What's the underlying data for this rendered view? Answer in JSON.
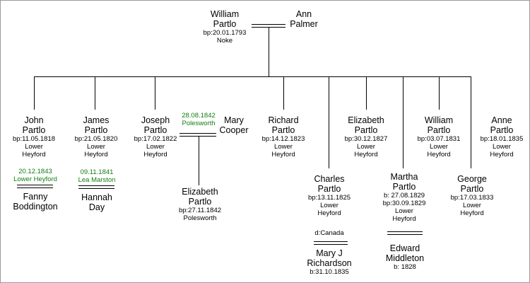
{
  "william_sr": {
    "first": "William",
    "last": "Partlo",
    "bp": "bp:20.01.1793",
    "place": "Noke"
  },
  "ann": {
    "first": "Ann",
    "last": "Palmer"
  },
  "john": {
    "first": "John",
    "last": "Partlo",
    "bp": "bp:11.05.1818",
    "place1": "Lower",
    "place2": "Heyford"
  },
  "john_marriage": {
    "date": "20.12.1843",
    "place": "Lower Heyford"
  },
  "fanny": {
    "first": "Fanny",
    "last": "Boddington"
  },
  "james": {
    "first": "James",
    "last": "Partlo",
    "bp": "bp:21.05.1820",
    "place1": "Lower",
    "place2": "Heyford"
  },
  "james_marriage": {
    "date": "09.11.1841",
    "place": "Lea Marston"
  },
  "hannah": {
    "first": "Hannah",
    "last": "Day"
  },
  "joseph": {
    "first": "Joseph",
    "last": "Partlo",
    "bp": "bp:17.02.1822",
    "place1": "Lower",
    "place2": "Heyford"
  },
  "joseph_marriage": {
    "date": "28.08.1842",
    "place": "Polesworth"
  },
  "mary_cooper": {
    "first": "Mary",
    "last": "Cooper"
  },
  "elizabeth_jr": {
    "first": "Elizabeth",
    "last": "Partlo",
    "bp": "bp:27.11.1842",
    "place": "Polesworth"
  },
  "richard": {
    "first": "Richard",
    "last": "Partlo",
    "bp": "bp:14.12.1823",
    "place1": "Lower",
    "place2": "Heyford"
  },
  "charles": {
    "first": "Charles",
    "last": "Partlo",
    "bp": "bp:13.11.1825",
    "place1": "Lower",
    "place2": "Heyford",
    "death": "d:Canada"
  },
  "mary_j": {
    "first": "Mary J",
    "last": "Richardson",
    "born": "b:31.10.1835"
  },
  "elizabeth": {
    "first": "Elizabeth",
    "last": "Partlo",
    "bp": "bp:30.12.1827",
    "place1": "Lower",
    "place2": "Heyford"
  },
  "martha": {
    "first": "Martha",
    "last": "Partlo",
    "born": "b: 27.08.1829",
    "bp": "bp:30.09.1829",
    "place1": "Lower",
    "place2": "Heyford"
  },
  "edward": {
    "first": "Edward",
    "last": "Middleton",
    "born": "b: 1828"
  },
  "william_jr": {
    "first": "William",
    "last": "Partlo",
    "bp": "bp:03.07.1831",
    "place1": "Lower",
    "place2": "Heyford"
  },
  "george": {
    "first": "George",
    "last": "Partlo",
    "bp": "bp:17.03.1833",
    "place1": "Lower",
    "place2": "Heyford"
  },
  "anne": {
    "first": "Anne",
    "last": "Partlo",
    "bp": "bp:18.01.1835",
    "place1": "Lower",
    "place2": "Heyford"
  }
}
